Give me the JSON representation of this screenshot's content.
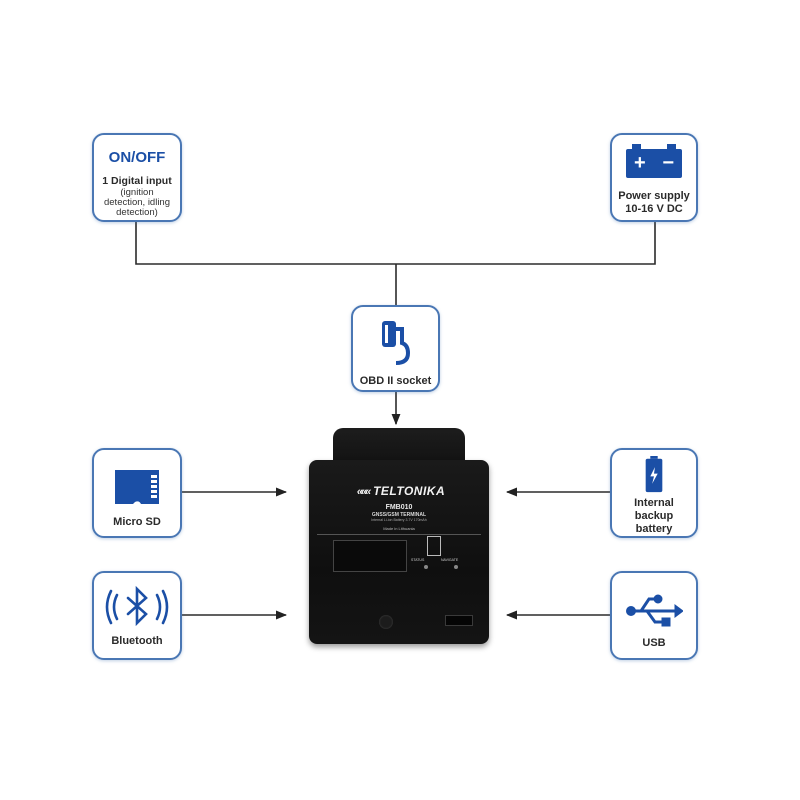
{
  "diagram": {
    "title": "FMB010 connectivity diagram",
    "accent_color": "#1b4fa6",
    "border_color": "#4a77b4"
  },
  "nodes": {
    "onoff": {
      "heading": "ON/OFF",
      "label": "1 Digital input",
      "detail_1": "(ignition",
      "detail_2": "detection, idling",
      "detail_3": "detection)"
    },
    "power": {
      "icon": "car-battery-icon",
      "label_1": "Power supply",
      "label_2": "10-16 V DC",
      "plus": "+",
      "minus": "−"
    },
    "obd": {
      "icon": "obd-connector-icon",
      "label": "OBD II socket"
    },
    "microsd": {
      "icon": "micro-sd-card-icon",
      "label": "Micro SD"
    },
    "battery": {
      "icon": "battery-charge-icon",
      "label_1": "Internal",
      "label_2": "backup",
      "label_3": "battery"
    },
    "bluetooth": {
      "icon": "bluetooth-icon",
      "label": "Bluetooth"
    },
    "usb": {
      "icon": "usb-icon",
      "label": "USB"
    }
  },
  "device": {
    "brand": "TELTONIKA",
    "model": "FMB010",
    "type": "GNSS/GSM TERMINAL",
    "spec": "Internal Li-ion Battery 3.7V 170mAh",
    "origin": "Made in Lithuania",
    "led_1": "STATUS",
    "led_2": "NAVIGATE"
  }
}
